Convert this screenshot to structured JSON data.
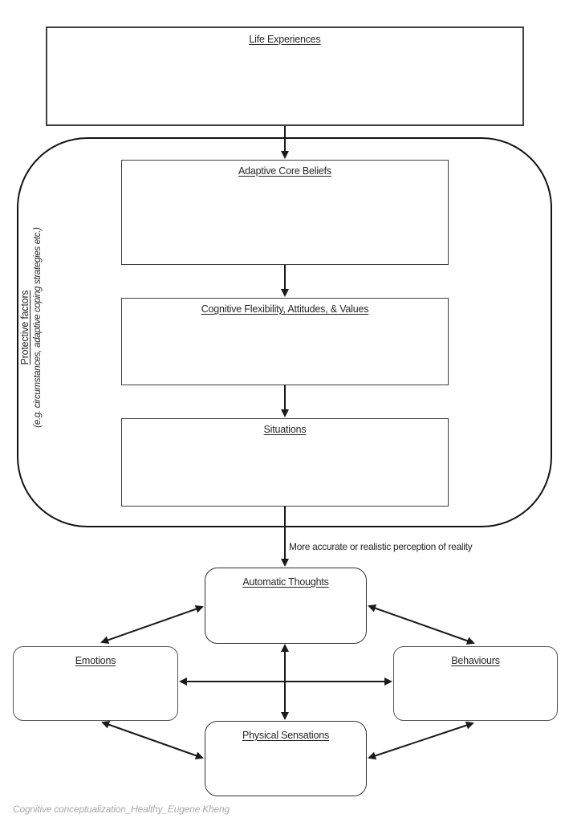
{
  "top_box": {
    "label": "Life Experiences"
  },
  "protective": {
    "title": "Protective factors",
    "subtitle": "(e.g. circumstances, adaptive coping strategies etc.)",
    "boxes": {
      "adaptive_core_beliefs": "Adaptive Core Beliefs",
      "cognitive_flexibility": "Cognitive Flexibility, Attitudes, & Values",
      "situations": "Situations"
    }
  },
  "flow": {
    "perception_label": "More accurate or realistic perception of reality"
  },
  "nodes": {
    "automatic_thoughts": "Automatic Thoughts",
    "emotions": "Emotions",
    "behaviours": "Behaviours",
    "physical_sensations": "Physical Sensations"
  },
  "footer": {
    "caption": "Cognitive conceptualization_Healthy_Eugene Kheng"
  },
  "colors": {
    "arrow": "#1a1a1a",
    "container_border": "#141414",
    "box_border": "#3f3f3f",
    "node_border": "#545454",
    "text": "#262626",
    "caption": "#a8a8a8",
    "background": "#ffffff"
  }
}
